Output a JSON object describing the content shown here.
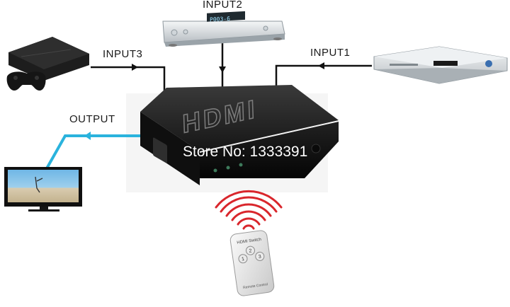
{
  "labels": {
    "input1": "INPUT1",
    "input2": "INPUT2",
    "input3": "INPUT3",
    "output": "OUTPUT"
  },
  "switch_logo": "HDMI",
  "watermark": "Store No: 1333391",
  "devices": {
    "input1": "dvd-player",
    "input2": "media-player",
    "input3": "game-console",
    "output": "tv"
  },
  "remote": {
    "title": "HDMI Switch",
    "buttons": [
      "1",
      "2",
      "3"
    ],
    "footer": "Remote Control"
  },
  "colors": {
    "input_line": "#111111",
    "output_line": "#2ab3dd",
    "switch_body": "#1c1c1c",
    "signal_waves": "#d9262c",
    "watermark": "#ffffff"
  }
}
